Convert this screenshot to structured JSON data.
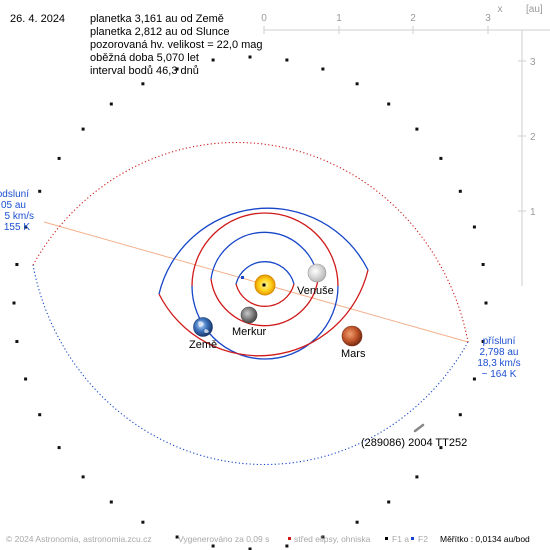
{
  "date": "26. 4. 2024",
  "info_lines": [
    "planetka 3,161 au od Země",
    "planetka 2,812 au od Slunce",
    "pozorovaná hv. velikost = 22,0 mag",
    "oběžná doba 5,070 let",
    "interval bodů 46,3 dnů"
  ],
  "axes": {
    "x_labels": [
      "0",
      "1",
      "2",
      "3"
    ],
    "x_unit": "x",
    "unit_label": "[au]",
    "y_labels": [
      "1",
      "2",
      "3"
    ]
  },
  "planets": {
    "venus": "Venuše",
    "mercury": "Merkur",
    "earth": "Země",
    "mars": "Mars"
  },
  "asteroid_name": "(289086) 2004 TT252",
  "aphelion": [
    "odsluní",
    "05 au",
    "5 km/s",
    "155 K"
  ],
  "perihelion": [
    "přísluní",
    "2,798 au",
    "18,3 km/s",
    "~ 164 K"
  ],
  "footer": {
    "copyright": "© 2024 Astronomia, astronomia.zcu.cz",
    "generated": "Vygenerováno za 0,09 s",
    "legend_center": "střed elipsy, ohniska",
    "legend_f1": "F1 a",
    "legend_f2": "F2",
    "scale": "Měřítko : 0,0134 au/bod"
  },
  "colors": {
    "orbit_above": "#1746c9",
    "orbit_below": "#d01a1a",
    "apsis_line": "#f3b08a",
    "axis": "#cfcfcf"
  }
}
